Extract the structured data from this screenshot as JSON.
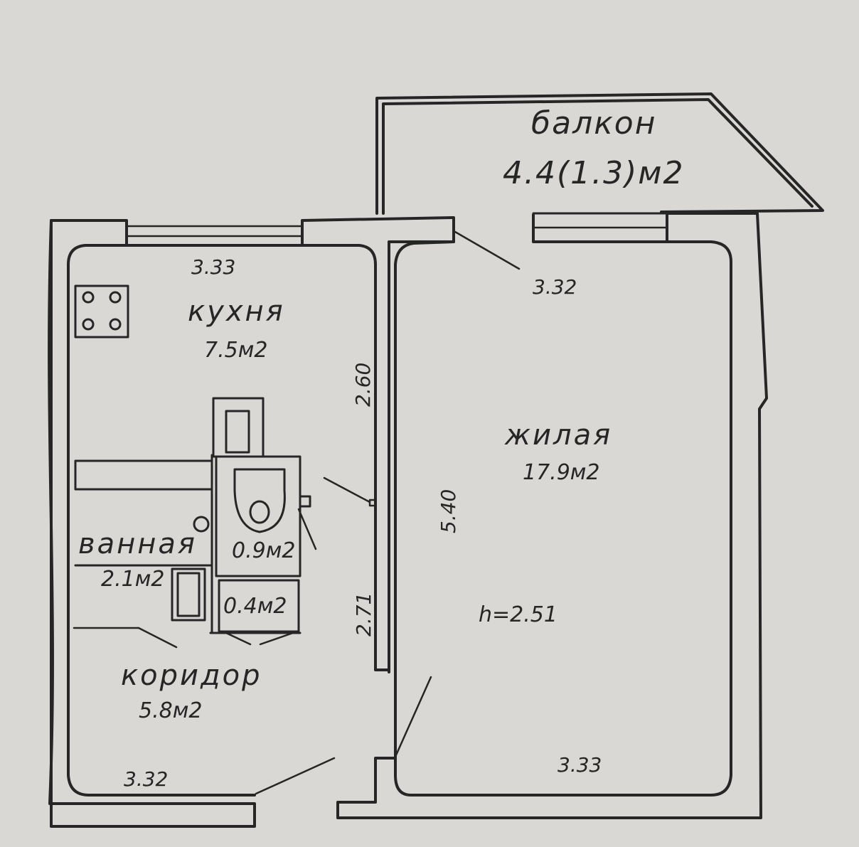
{
  "rooms": {
    "balcony": {
      "name": "балкон",
      "area": "4.4(1.3)м2"
    },
    "kitchen": {
      "name": "кухня",
      "area": "7.5м2"
    },
    "living": {
      "name": "жилая",
      "area": "17.9м2",
      "height": "h=2.51"
    },
    "bathroom": {
      "name": "ванная",
      "area": "2.1м2"
    },
    "toilet": {
      "area": "0.9м2"
    },
    "closet": {
      "area": "0.4м2"
    },
    "corridor": {
      "name": "коридор",
      "area": "5.8м2"
    }
  },
  "dimensions": {
    "kitchen_width": "3.33",
    "living_top_width": "3.32",
    "kitchen_wall_length": "2.60",
    "living_length": "5.40",
    "corridor_wall_length": "2.71",
    "corridor_width": "3.32",
    "living_bottom_width": "3.33"
  },
  "colors": {
    "line": "#262626",
    "paper": "#d9d8d5"
  }
}
